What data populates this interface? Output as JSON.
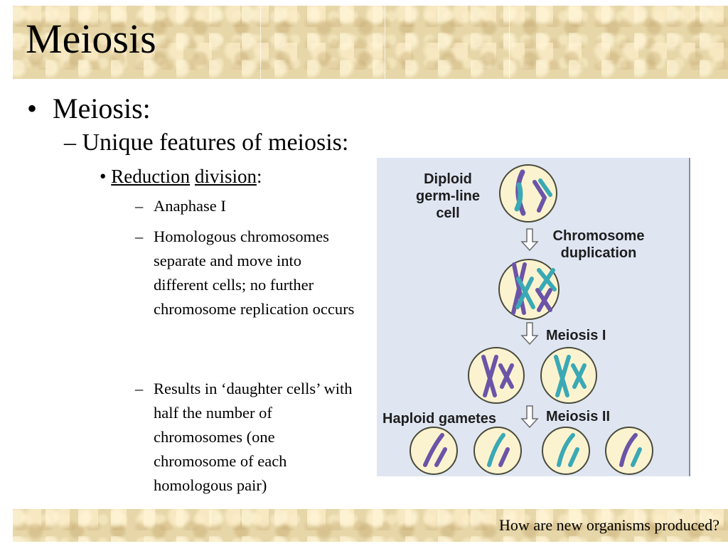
{
  "slide": {
    "title": "Meiosis",
    "bullet_level1": "Meiosis:",
    "bullet_level2": "Unique features of meiosis:",
    "bullet_level3": {
      "word1": "Reduction",
      "word2": "division",
      "colon": ":"
    },
    "bullets_level4": [
      "Anaphase I",
      "Homologous chromosomes separate and move into different cells; no further chromosome replication occurs",
      "Results in ‘daughter cells’ with half the number of chromosomes (one chromosome of each homologous pair)"
    ],
    "footer": "How are new organisms produced?"
  },
  "diagram": {
    "labels": {
      "diploid": [
        "Diploid",
        "germ-line",
        "cell"
      ],
      "duplication": [
        "Chromosome",
        "duplication"
      ],
      "meiosis1": "Meiosis I",
      "meiosis2": "Meiosis II",
      "haploid": "Haploid gametes"
    },
    "colors": {
      "purple": "#6b54a8",
      "teal": "#3aa9b5",
      "cell_fill": "#fbf3cf",
      "cell_stroke": "#4a4a3a",
      "panel": "#dfe6f2"
    }
  }
}
